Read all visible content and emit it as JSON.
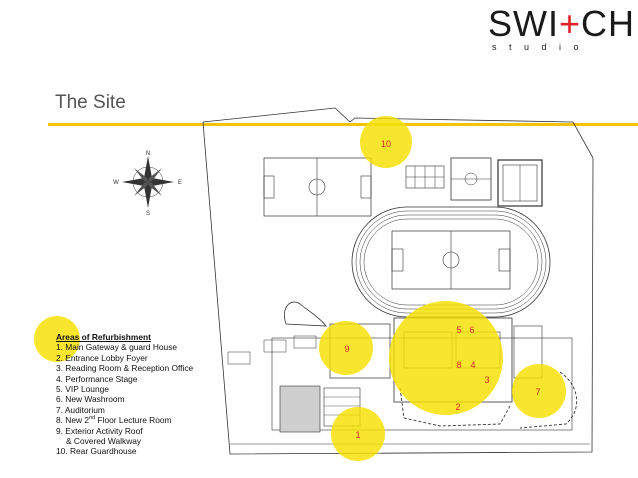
{
  "logo": {
    "main_left": "SWI",
    "main_plus": "+",
    "main_right": "CH",
    "sub": "studio"
  },
  "page_title": "The Site",
  "compass": {
    "n": "N",
    "s": "S",
    "e": "E",
    "w": "W"
  },
  "legend": {
    "heading": "Areas of Refurbishment",
    "items": [
      "1. Main Gateway & guard House",
      "2. Entrance Lobby Foyer",
      "3. Reading Room & Reception Office",
      "4. Performance Stage",
      "5. VIP Lounge",
      "6. New Washroom",
      "7. Auditorium",
      "8. New 2",
      "nd",
      " Floor Lecture Room",
      "9. Exterior Activity Roof",
      "& Covered Walkway",
      "10. Rear Guardhouse"
    ]
  },
  "markers": [
    "10",
    "9",
    "5",
    "6",
    "8",
    "4",
    "3",
    "7",
    "2",
    "1"
  ],
  "colors": {
    "accent": "#f5c400",
    "marker_fill": "#f7e000",
    "marker_text": "#e0232b",
    "brand_red": "#e0232b"
  }
}
